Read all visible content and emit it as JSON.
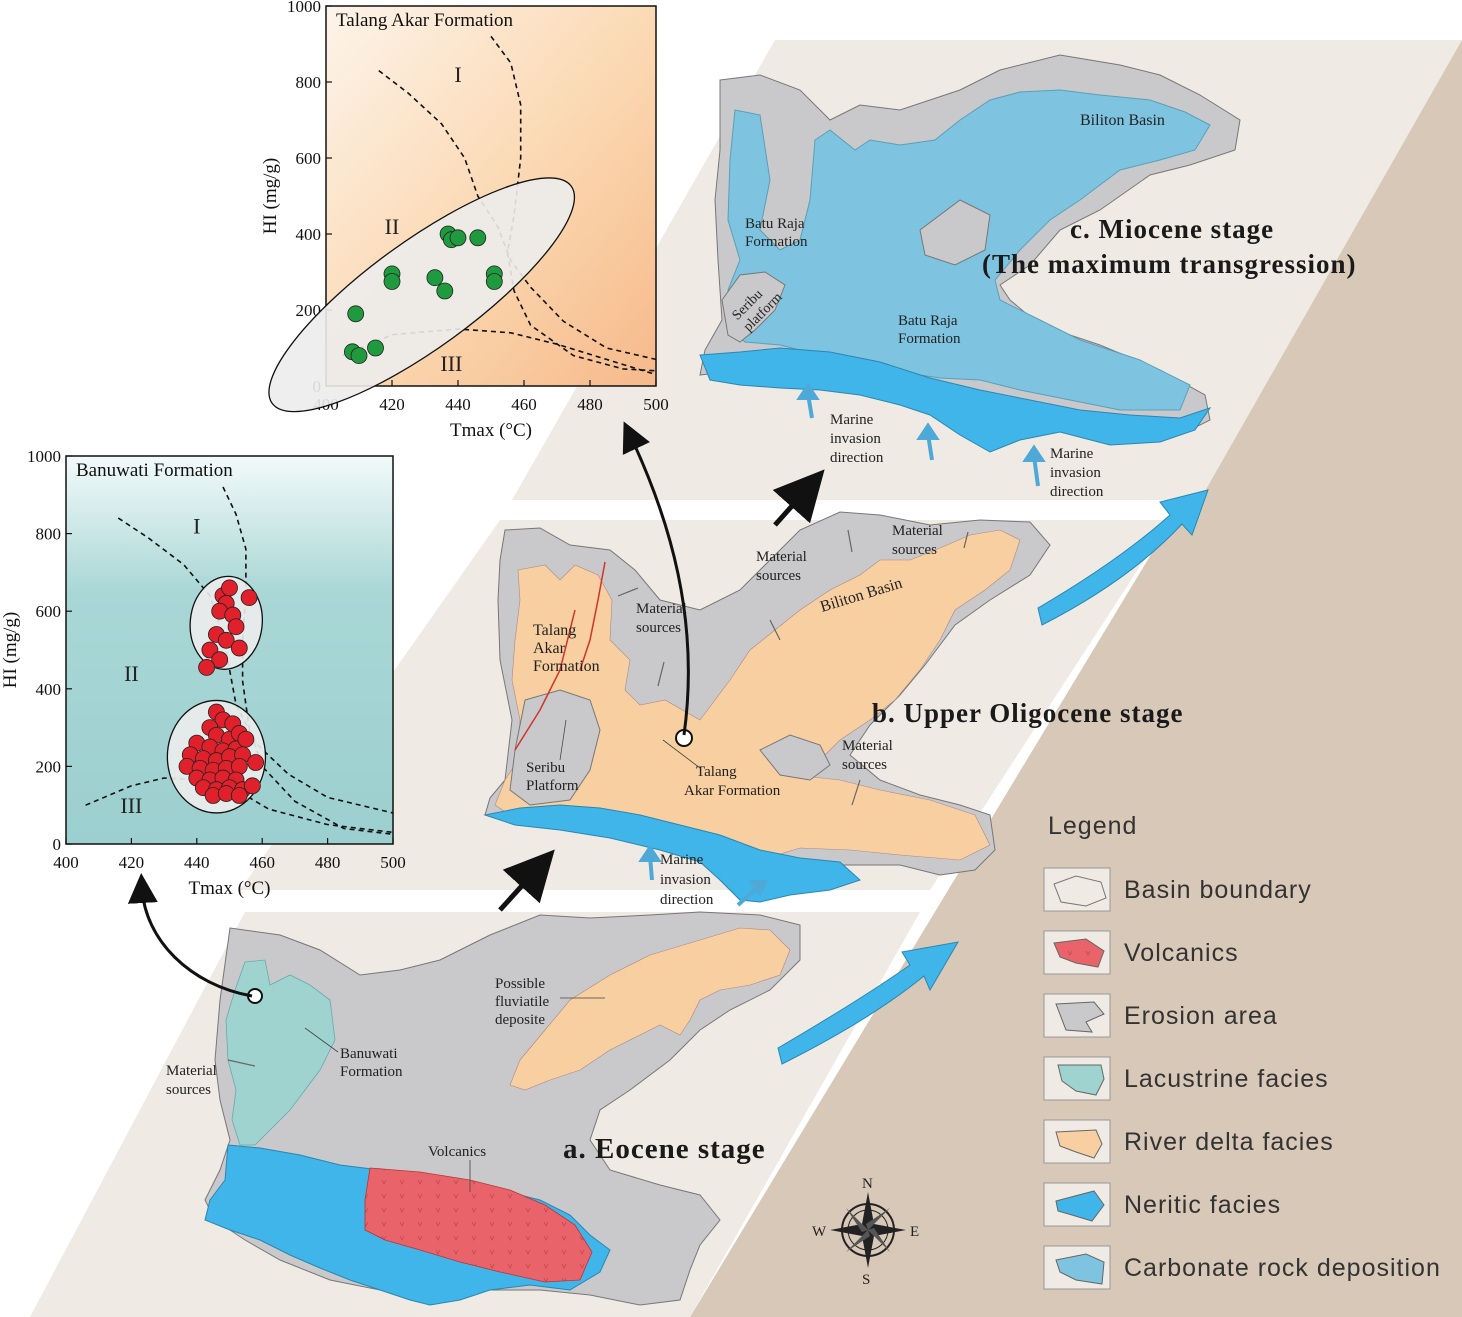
{
  "stages": {
    "eocene": {
      "title": "a. Eocene stage",
      "labels": {
        "material_sources": [
          "Material",
          "sources"
        ],
        "banuwati": [
          "Banuwati",
          "Formation"
        ],
        "fluviatile": [
          "Possible",
          "fluviatile",
          "deposite"
        ],
        "volcanics": "Volcanics"
      }
    },
    "oligocene": {
      "title": "b. Upper Oligocene stage",
      "labels": {
        "talang_akar": [
          "Talang",
          "Akar",
          "Formation"
        ],
        "material_sources_1": [
          "Material",
          "sources"
        ],
        "material_sources_2": [
          "Material",
          "sources"
        ],
        "material_sources_3": [
          "Material",
          "sources"
        ],
        "material_sources_4": [
          "Material",
          "sources"
        ],
        "biliton": "Biliton Basin",
        "seribu": [
          "Seribu",
          "Platform"
        ],
        "talang_akar_2": [
          "Talang",
          "Akar  Formation"
        ],
        "marine_invasion": [
          "Marine",
          "invasion",
          "direction"
        ]
      }
    },
    "miocene": {
      "title": "c. Miocene stage",
      "subtitle": "(The maximum transgression)",
      "labels": {
        "biliton": "Biliton Basin",
        "batu_raja_1": [
          "Batu Raja",
          "Formation"
        ],
        "batu_raja_2": [
          "Batu Raja",
          "Formation"
        ],
        "seribu": [
          "Seribu",
          "platform"
        ],
        "marine_invasion_1": [
          "Marine",
          "invasion",
          "direction"
        ],
        "marine_invasion_2": [
          "Marine",
          "invasion",
          "direction"
        ]
      }
    }
  },
  "legend": {
    "title": "Legend",
    "items": [
      {
        "label": "Basin boundary",
        "color": "#efe9e2"
      },
      {
        "label": "Volcanics",
        "color": "#e8646a"
      },
      {
        "label": "Erosion area",
        "color": "#c9c9cb"
      },
      {
        "label": "Lacustrine facies",
        "color": "#9fd3cf"
      },
      {
        "label": "River delta facies",
        "color": "#f8cfa0"
      },
      {
        "label": "Neritic facies",
        "color": "#3fb5ea"
      },
      {
        "label": "Carbonate rock deposition",
        "color": "#7ec4e0"
      }
    ]
  },
  "compass": {
    "n": "N",
    "s": "S",
    "e": "E",
    "w": "W"
  },
  "chart_data": [
    {
      "type": "scatter",
      "title": "Talang Akar Formation",
      "xlabel": "Tmax (°C)",
      "ylabel": "HI (mg/g)",
      "xlim": [
        400,
        500
      ],
      "ylim": [
        0,
        1000
      ],
      "xticks": [
        "400",
        "420",
        "440",
        "460",
        "480",
        "500"
      ],
      "yticks": [
        "0",
        "200",
        "400",
        "600",
        "800",
        "1000"
      ],
      "regions": [
        "I",
        "II",
        "III"
      ],
      "marker_color": "#1f9a3e",
      "points": [
        {
          "x": 409,
          "y": 190
        },
        {
          "x": 408,
          "y": 90
        },
        {
          "x": 410,
          "y": 80
        },
        {
          "x": 415,
          "y": 100
        },
        {
          "x": 420,
          "y": 295
        },
        {
          "x": 420,
          "y": 275
        },
        {
          "x": 433,
          "y": 285
        },
        {
          "x": 436,
          "y": 250
        },
        {
          "x": 437,
          "y": 400
        },
        {
          "x": 438,
          "y": 385
        },
        {
          "x": 440,
          "y": 390
        },
        {
          "x": 446,
          "y": 390
        },
        {
          "x": 451,
          "y": 295
        },
        {
          "x": 451,
          "y": 275
        }
      ]
    },
    {
      "type": "scatter",
      "title": "Banuwati Formation",
      "xlabel": "Tmax (°C)",
      "ylabel": "HI (mg/g)",
      "xlim": [
        400,
        500
      ],
      "ylim": [
        0,
        1000
      ],
      "xticks": [
        "400",
        "420",
        "440",
        "460",
        "480",
        "500"
      ],
      "yticks": [
        "0",
        "200",
        "400",
        "600",
        "800",
        "1000"
      ],
      "regions": [
        "I",
        "II",
        "III"
      ],
      "marker_color": "#e0202a",
      "points": [
        {
          "x": 448,
          "y": 640
        },
        {
          "x": 450,
          "y": 660
        },
        {
          "x": 449,
          "y": 620
        },
        {
          "x": 447,
          "y": 600
        },
        {
          "x": 451,
          "y": 590
        },
        {
          "x": 456,
          "y": 635
        },
        {
          "x": 452,
          "y": 560
        },
        {
          "x": 446,
          "y": 540
        },
        {
          "x": 449,
          "y": 525
        },
        {
          "x": 453,
          "y": 505
        },
        {
          "x": 444,
          "y": 500
        },
        {
          "x": 447,
          "y": 475
        },
        {
          "x": 443,
          "y": 455
        },
        {
          "x": 446,
          "y": 340
        },
        {
          "x": 448,
          "y": 320
        },
        {
          "x": 444,
          "y": 300
        },
        {
          "x": 451,
          "y": 310
        },
        {
          "x": 446,
          "y": 280
        },
        {
          "x": 450,
          "y": 270
        },
        {
          "x": 453,
          "y": 285
        },
        {
          "x": 440,
          "y": 260
        },
        {
          "x": 444,
          "y": 250
        },
        {
          "x": 448,
          "y": 240
        },
        {
          "x": 452,
          "y": 245
        },
        {
          "x": 455,
          "y": 270
        },
        {
          "x": 438,
          "y": 230
        },
        {
          "x": 442,
          "y": 220
        },
        {
          "x": 446,
          "y": 215
        },
        {
          "x": 450,
          "y": 225
        },
        {
          "x": 454,
          "y": 230
        },
        {
          "x": 437,
          "y": 200
        },
        {
          "x": 441,
          "y": 195
        },
        {
          "x": 445,
          "y": 190
        },
        {
          "x": 449,
          "y": 195
        },
        {
          "x": 453,
          "y": 200
        },
        {
          "x": 458,
          "y": 210
        },
        {
          "x": 440,
          "y": 170
        },
        {
          "x": 444,
          "y": 165
        },
        {
          "x": 448,
          "y": 170
        },
        {
          "x": 452,
          "y": 165
        },
        {
          "x": 442,
          "y": 145
        },
        {
          "x": 446,
          "y": 140
        },
        {
          "x": 450,
          "y": 145
        },
        {
          "x": 454,
          "y": 140
        },
        {
          "x": 457,
          "y": 150
        },
        {
          "x": 445,
          "y": 125
        },
        {
          "x": 449,
          "y": 130
        },
        {
          "x": 453,
          "y": 125
        }
      ]
    }
  ]
}
